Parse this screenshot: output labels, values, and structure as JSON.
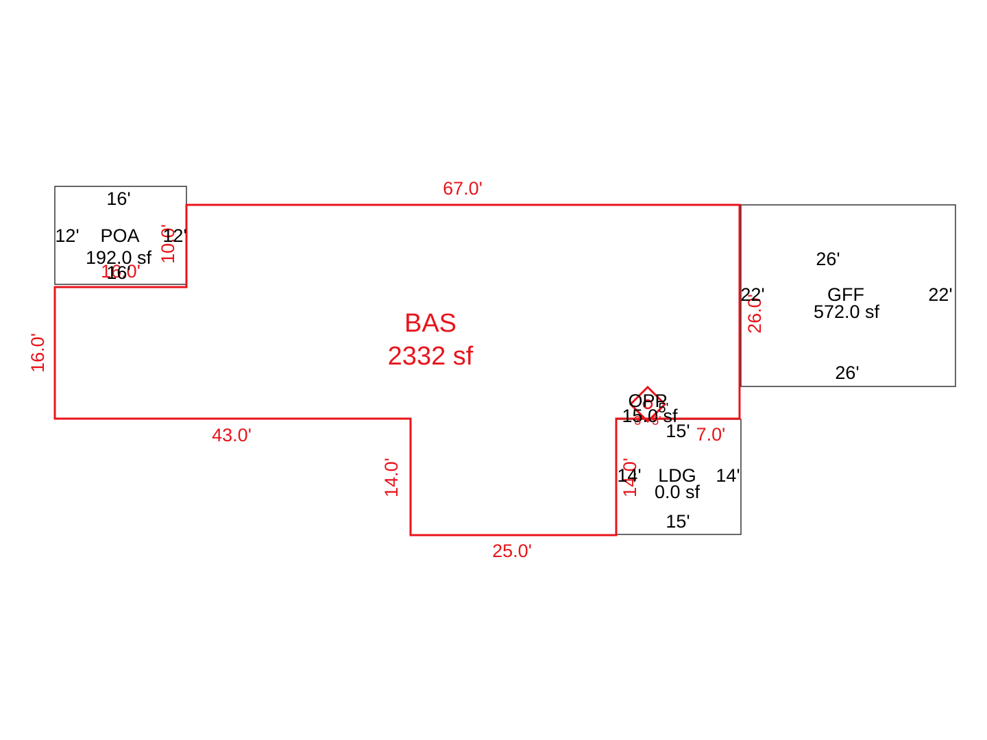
{
  "colors": {
    "main_area": "#e8141b",
    "secondary_area": "#333333",
    "background": "#ffffff"
  },
  "bas": {
    "code": "BAS",
    "area": "2332 sf",
    "dims": {
      "top": "67.0'",
      "left": "16.0'",
      "bottom_left": "43.0'",
      "step_down": "14.0'",
      "bottom": "25.0'",
      "inner_right": "14.0'",
      "short_top_right": "7.0'",
      "right": "26.0'",
      "poa_notch_width": "16.0'",
      "poa_notch_height": "10.0'"
    }
  },
  "poa": {
    "code": "POA",
    "area": "192.0 sf",
    "dims": {
      "top": "16'",
      "left": "12'",
      "right": "12'",
      "bottom": "16'"
    }
  },
  "gff": {
    "code": "GFF",
    "area": "572.0 sf",
    "dims": {
      "top": "26'",
      "left": "22'",
      "right": "22'",
      "bottom": "26'"
    }
  },
  "ldg": {
    "code": "LDG",
    "area": "0.0 sf",
    "dims": {
      "top": "15'",
      "left": "14'",
      "right": "14'",
      "bottom": "15'"
    }
  },
  "opp": {
    "code": "OPP",
    "area": "15.0 sf",
    "dims": {
      "side_a": "5'",
      "side_b": "3'",
      "side_c": "5'"
    }
  }
}
